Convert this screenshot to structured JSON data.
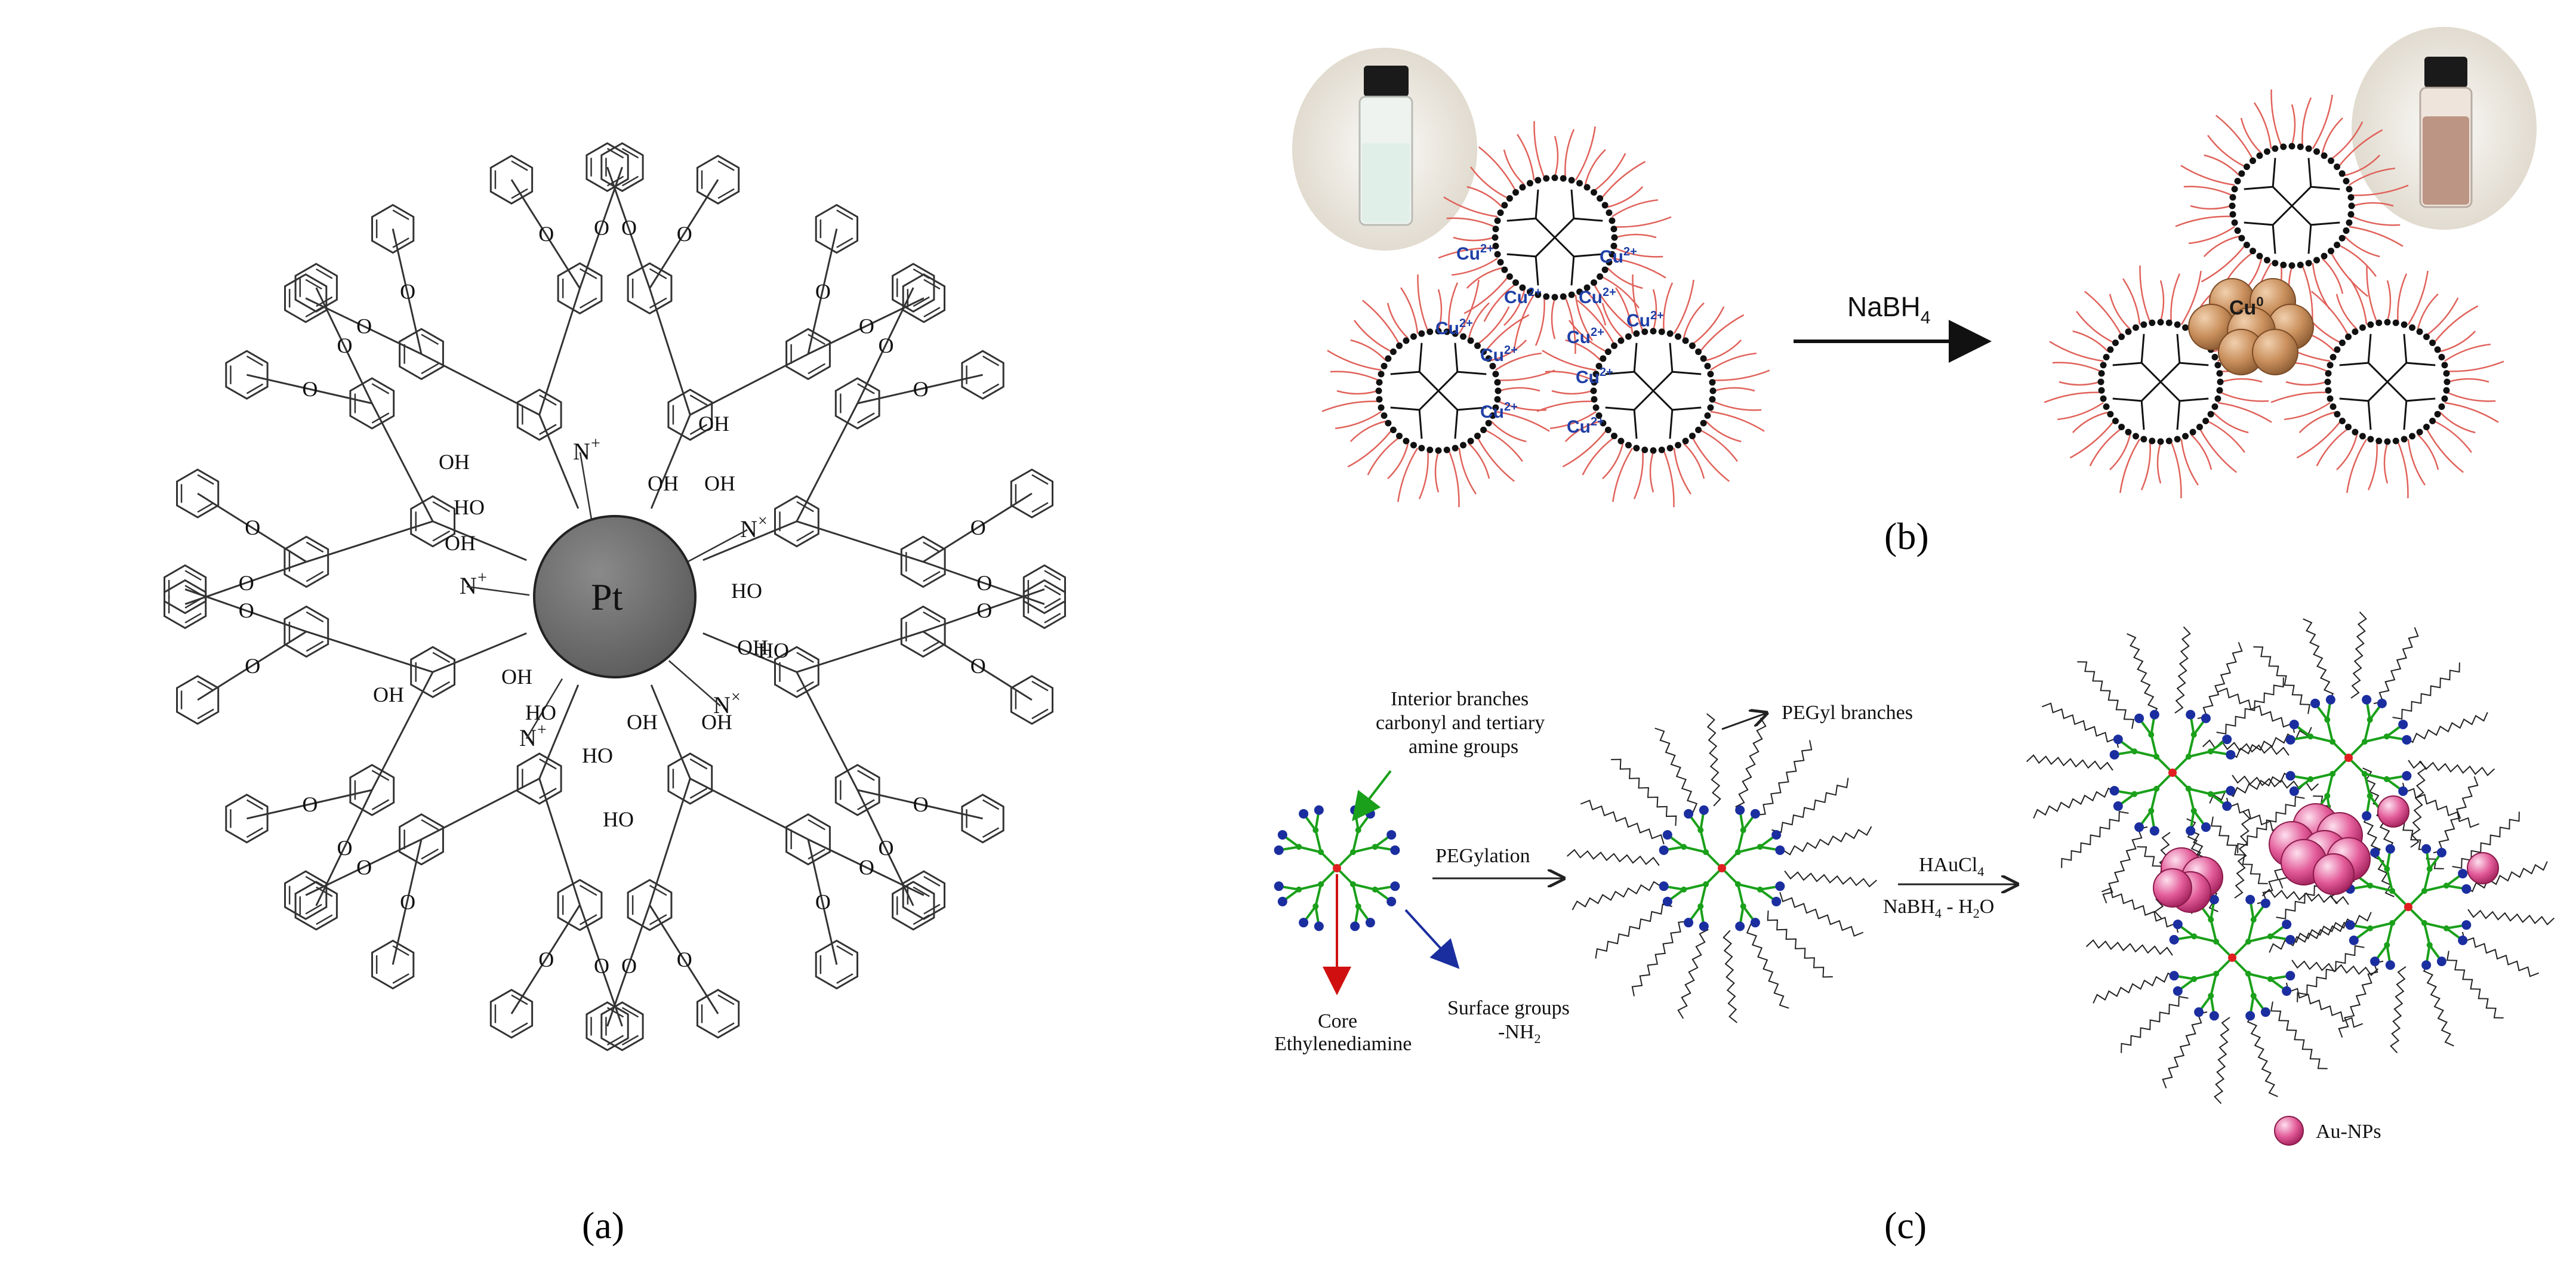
{
  "panel_a": {
    "caption": "(a)",
    "core_label": "Pt",
    "oh_labels": [
      "OH",
      "OH",
      "OH",
      "OH",
      "HO",
      "OH",
      "HO",
      "OH",
      "OH",
      "HO",
      "OH",
      "OH",
      "HO",
      "OH",
      "OH",
      "HO",
      "HO"
    ],
    "o_label": "O",
    "n_label": "N",
    "plus_label": "+",
    "cross_label": "×"
  },
  "panel_b": {
    "caption": "(b)",
    "reagent": "NaBH4",
    "reagent_main": "NaBH",
    "reagent_sub": "4",
    "ion_label": "Cu",
    "ion_charge": "2+",
    "product_label": "Cu",
    "product_charge": "0",
    "colors": {
      "ion": "#1f3fa6",
      "branch": "#e0625a",
      "vial_left": "#dfeee8",
      "vial_right": "#b89080",
      "cluster": "#c98f5c"
    }
  },
  "panel_c": {
    "caption": "(c)",
    "interior_label": [
      "Interior branches",
      "carbonyl and tertiary",
      "amine groups"
    ],
    "core_label": [
      "Core",
      "Ethylenediamine"
    ],
    "surface_label": [
      "Surface groups",
      "-NH2"
    ],
    "surface_line2_main": "-NH",
    "surface_line2_sub": "2",
    "step1": "PEGylation",
    "peg_label": "PEGyl branches",
    "step2_reagent1_main": "HAuCl",
    "step2_reagent1_sub": "4",
    "step2_reagent2_main": "NaBH",
    "step2_reagent2_sub": "4",
    "step2_reagent2_tail": " - H",
    "step2_reagent2_sub2": "2",
    "step2_reagent2_end": "O",
    "legend_label": "Au-NPs",
    "colors": {
      "branch": "#1aa01a",
      "end_group": "#1b2ea0",
      "core": "#e02020",
      "au": "#e35c9a",
      "arrow_green": "#1aa01a",
      "arrow_red": "#d01010",
      "arrow_blue": "#1b2ea0"
    }
  }
}
